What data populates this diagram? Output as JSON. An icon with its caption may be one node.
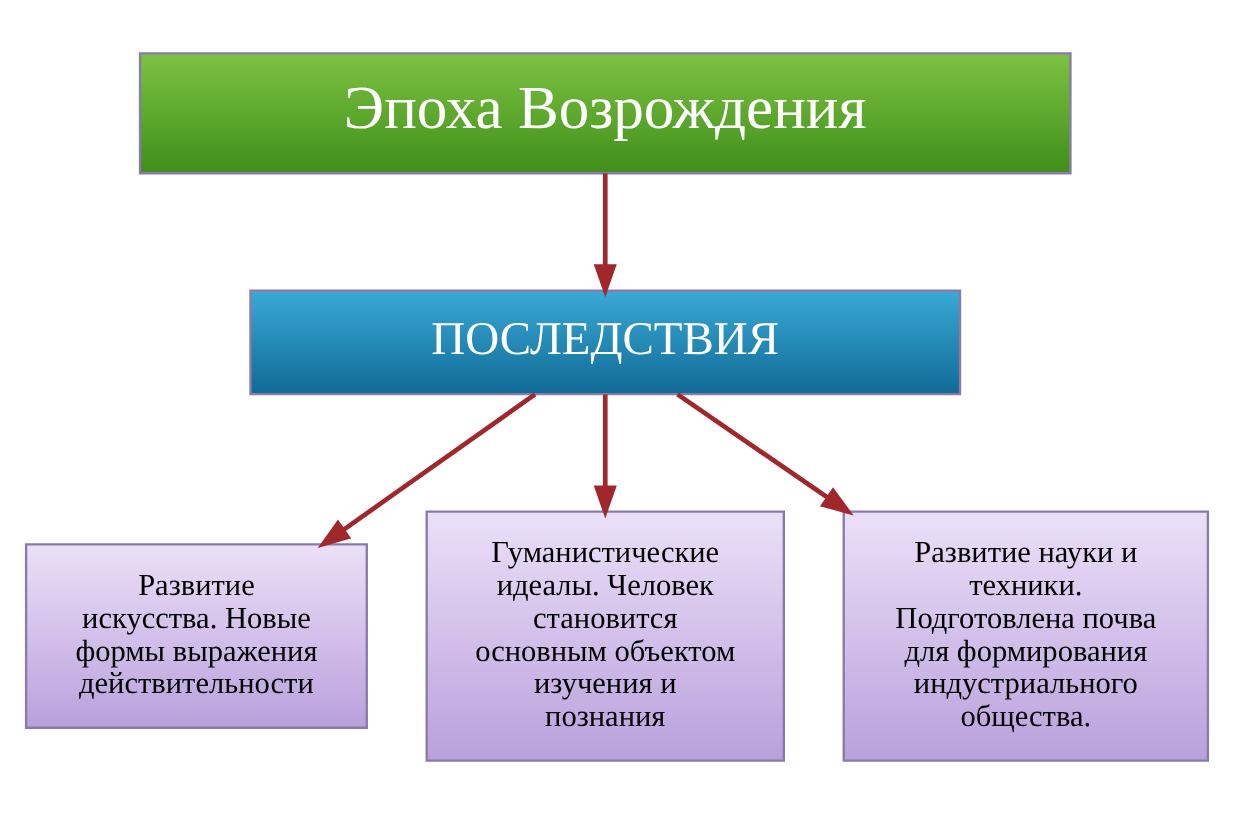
{
  "diagram": {
    "nodes": [
      {
        "text": [
          "Эпоха Возрождения"
        ]
      },
      {
        "text": [
          "ПОСЛЕДСТВИЯ"
        ]
      },
      {
        "text": [
          "Развитие искусства. Новые формы выражения действительности"
        ]
      },
      {
        "text": [
          "Гуманистические идеалы. Человек становится основным объектом изучения и познания"
        ]
      },
      {
        "text": [
          "Развитие науки и техники. Подготовлена почва для формирования индустриального общества."
        ]
      }
    ],
    "edges": [
      {
        "from": 0,
        "to": 1,
        "arrow": "to"
      },
      {
        "from": 1,
        "to": 2,
        "arrow": "to"
      },
      {
        "from": 1,
        "to": 3,
        "arrow": "to"
      },
      {
        "from": 1,
        "to": 4,
        "arrow": "to"
      }
    ]
  }
}
